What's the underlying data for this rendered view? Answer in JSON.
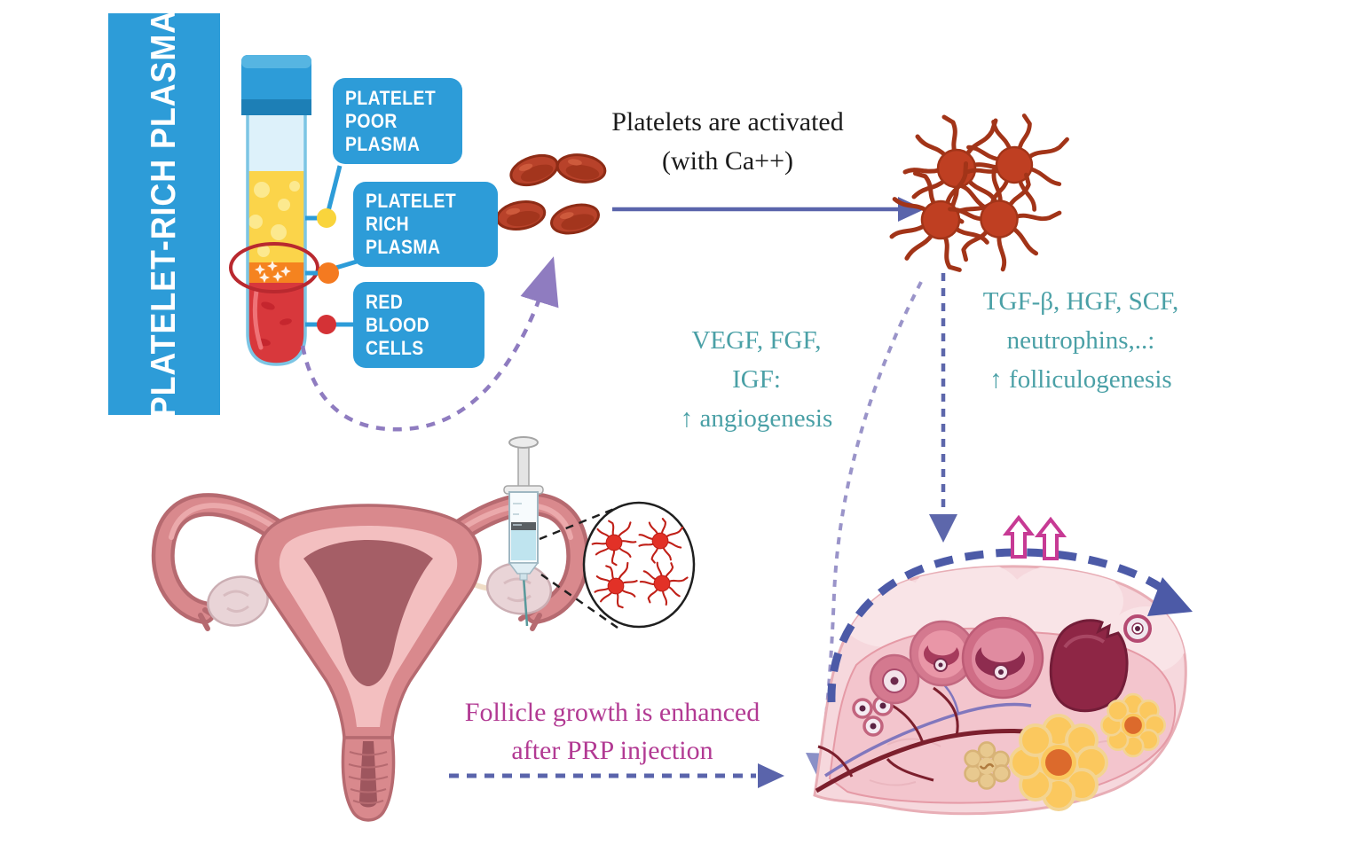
{
  "banner": {
    "label": "PLATELET-RICH PLASMA"
  },
  "tube_callouts": [
    {
      "lines": [
        "PLATELET",
        "POOR",
        "PLASMA"
      ]
    },
    {
      "lines": [
        "PLATELET",
        "RICH",
        "PLASMA"
      ]
    },
    {
      "lines": [
        "RED",
        "BLOOD",
        "CELLS"
      ]
    }
  ],
  "activation": {
    "line1": "Platelets are activated",
    "line2": "(with Ca++)"
  },
  "angiogenesis": {
    "line1": "VEGF, FGF,",
    "line2": "IGF:",
    "line3": "↑ angiogenesis"
  },
  "folliculogenesis": {
    "line1": "TGF-β, HGF, SCF,",
    "line2": "neutrophins,..:",
    "line3": "↑ folliculogenesis"
  },
  "follicle_growth": {
    "line1": "Follicle growth is enhanced",
    "line2": "after PRP injection"
  },
  "colors": {
    "banner_blue": "#2D9CD8",
    "teal_text": "#4AA0A6",
    "magenta_text": "#B23A93",
    "solid_arrow_blue": "#5A64AB",
    "thick_dash_blue": "#4C5AA7",
    "light_dash_purple": "#8F7CC0",
    "platelet_red": "#BF3F22",
    "bright_platelet_red": "#E23127",
    "ppp_yellow_layer": "#FBD44A",
    "prp_orange_layer": "#F5831F",
    "rbc_red_layer": "#D8383C",
    "pink_up_arrow": "#C73A94"
  }
}
